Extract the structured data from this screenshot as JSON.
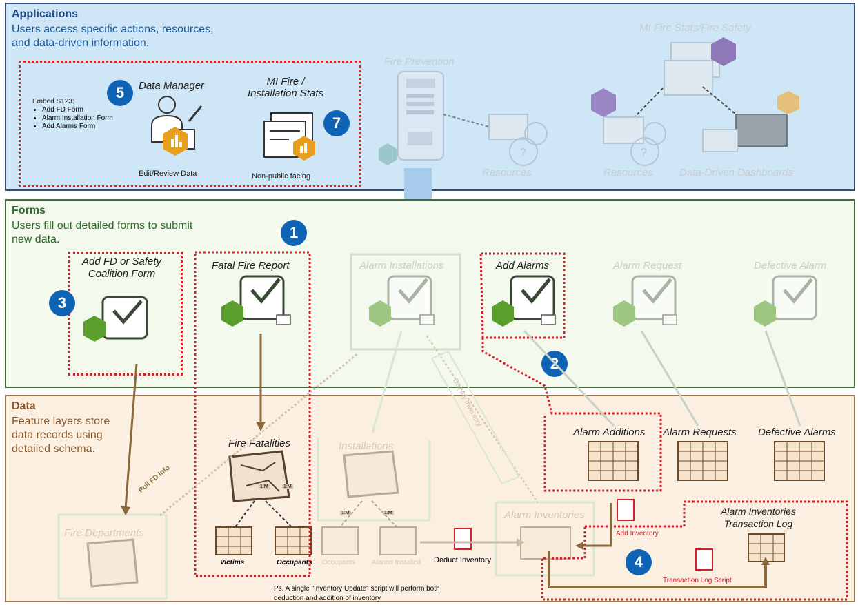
{
  "applications": {
    "title": "Applications",
    "desc1": "Users access specific actions, resources,",
    "desc2": "and data-driven information.",
    "embed_title": "Embed S123:",
    "embed_items": [
      "Add FD Form",
      "Alarm Installation Form",
      "Add Alarms Form"
    ],
    "data_manager": "Data Manager",
    "edit_review": "Edit/Review Data",
    "mi_fire_stats_1": "MI Fire /",
    "mi_fire_stats_2": "Installation Stats",
    "non_public": "Non-public facing",
    "fire_prevention": "Fire Prevention",
    "resources_1": "Resources",
    "mi_fire_safety": "MI Fire Stats/Fire Safety",
    "resources_2": "Resources",
    "dashboards": "Data-Driven Dashboards",
    "badge5": "5",
    "badge7": "7"
  },
  "forms": {
    "title": "Forms",
    "desc1": "Users fill out detailed forms to submit",
    "desc2": "new data.",
    "add_fd_1": "Add FD or Safety",
    "add_fd_2": "Coalition Form",
    "fatal_fire": "Fatal Fire Report",
    "alarm_installations": "Alarm Installations",
    "add_alarms": "Add Alarms",
    "alarm_request": "Alarm Request",
    "defective_alarm": "Defective Alarm",
    "display_inventory": "Display Inventory",
    "badge1": "1",
    "badge2": "2",
    "badge3": "3"
  },
  "data": {
    "title": "Data",
    "desc1": "Feature layers store",
    "desc2": "data records using",
    "desc3": "detailed schema.",
    "fire_fatalities": "Fire Fatalities",
    "installations": "Installations",
    "alarm_additions": "Alarm Additions",
    "alarm_requests": "Alarm Requests",
    "defective_alarms": "Defective Alarms",
    "fire_departments": "Fire Departments",
    "alarm_inventories": "Alarm Inventories",
    "victims": "Victims",
    "occupants": "Occupants",
    "occupants_faded": "Occupants",
    "alarms_installed": "Alarms Installed",
    "deduct_inventory": "Deduct Inventory",
    "add_inventory": "Add Inventory",
    "log_title_1": "Alarm Inventories",
    "log_title_2": "Transaction Log",
    "log_script": "Transaction Log Script",
    "pull_fd": "Pull FD Info",
    "rel": "1:M",
    "ps1": "Ps. A single \"Inventory Update\" script will perform both",
    "ps2": "deduction and addition of inventory",
    "badge4": "4"
  },
  "colors": {
    "blue_badge": "#0e63b4",
    "red_dotted": "#d0202a",
    "brown_arrow": "#8a6a3a",
    "survey_green": "#5a9e2c",
    "dashboard_orange": "#e6a01e"
  }
}
